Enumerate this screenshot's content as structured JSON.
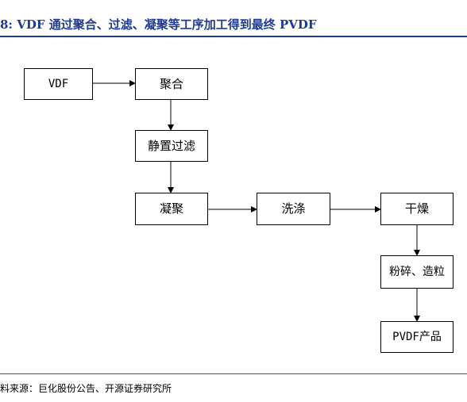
{
  "figure": {
    "title": "8:  VDF 通过聚合、过滤、凝聚等工序加工得到最终 PVDF",
    "source": "料来源：巨化股份公告、开源证券研究所"
  },
  "nodes": {
    "vdf": "VDF",
    "polymerization": "聚合",
    "filtration": "静置过滤",
    "coagulation": "凝聚",
    "washing": "洗涤",
    "drying": "干燥",
    "granulation": "粉碎、造粒",
    "product": "PVDF产品"
  },
  "colors": {
    "title": "#1f3a93",
    "line": "#000000"
  }
}
